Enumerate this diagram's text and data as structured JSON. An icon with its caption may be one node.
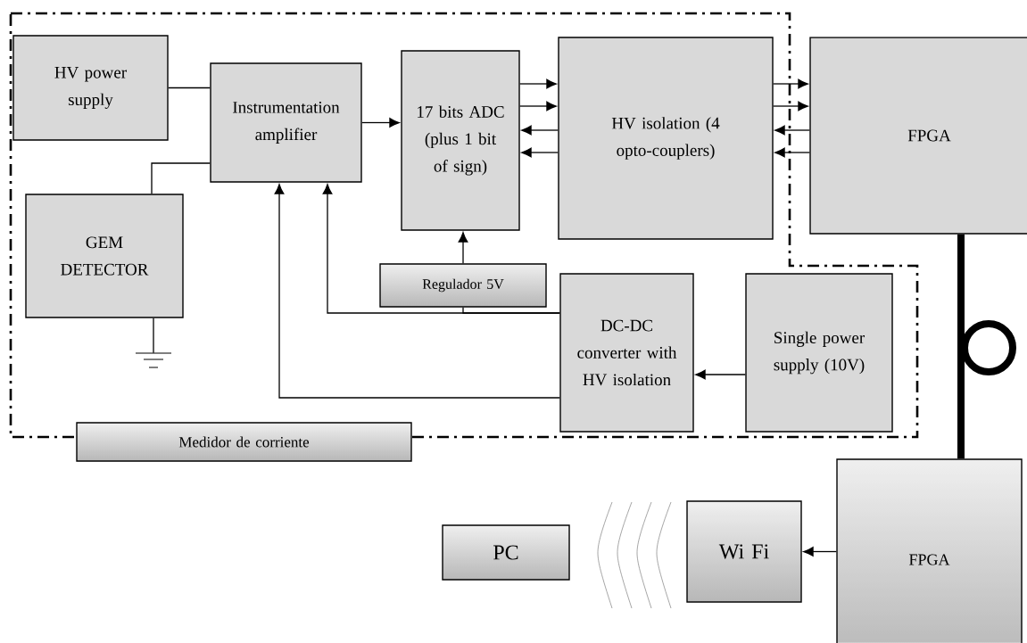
{
  "diagram": {
    "nodes": [
      {
        "text": [
          "HV power supply"
        ]
      },
      {
        "text": [
          "Instrumentation amplifier"
        ]
      },
      {
        "text": [
          "17 bits ADC (plus 1 bit of sign)"
        ]
      },
      {
        "text": [
          "HV isolation (4 opto-couplers)"
        ]
      },
      {
        "text": [
          "FPGA"
        ]
      },
      {
        "text": [
          "GEM DETECTOR"
        ]
      },
      {
        "text": [
          "Regulador 5V"
        ]
      },
      {
        "text": [
          "DC-DC converter with HV isolation"
        ]
      },
      {
        "text": [
          "Single power supply (10V)"
        ]
      },
      {
        "text": [
          "Medidor de corriente"
        ]
      },
      {
        "text": [
          "PC"
        ]
      },
      {
        "text": [
          "Wi Fi"
        ]
      },
      {
        "text": [
          "FPGA"
        ]
      },
      {
        "text": [],
        "shape": "ground"
      }
    ],
    "edges": [
      {
        "from": 0,
        "to": 1,
        "arrow": "none"
      },
      {
        "from": 5,
        "to": 1,
        "arrow": "none"
      },
      {
        "from": 5,
        "to": 13,
        "arrow": "none"
      },
      {
        "from": 1,
        "to": 2,
        "arrow": "to"
      },
      {
        "from": 2,
        "to": 3,
        "arrow": "to"
      },
      {
        "from": 2,
        "to": 3,
        "arrow": "to"
      },
      {
        "from": 3,
        "to": 2,
        "arrow": "to"
      },
      {
        "from": 3,
        "to": 2,
        "arrow": "to"
      },
      {
        "from": 3,
        "to": 4,
        "arrow": "to"
      },
      {
        "from": 3,
        "to": 4,
        "arrow": "to"
      },
      {
        "from": 4,
        "to": 3,
        "arrow": "to"
      },
      {
        "from": 4,
        "to": 3,
        "arrow": "to"
      },
      {
        "from": 6,
        "to": 2,
        "arrow": "to"
      },
      {
        "from": 7,
        "to": 1,
        "arrow": "to"
      },
      {
        "from": 7,
        "to": 6,
        "arrow": "none"
      },
      {
        "from": 7,
        "to": 1,
        "arrow": "to"
      },
      {
        "from": 8,
        "to": 7,
        "arrow": "to"
      },
      {
        "from": 4,
        "to": 12,
        "arrow": "none",
        "style": "thick"
      },
      {
        "from": 12,
        "to": 11,
        "arrow": "to"
      }
    ]
  }
}
